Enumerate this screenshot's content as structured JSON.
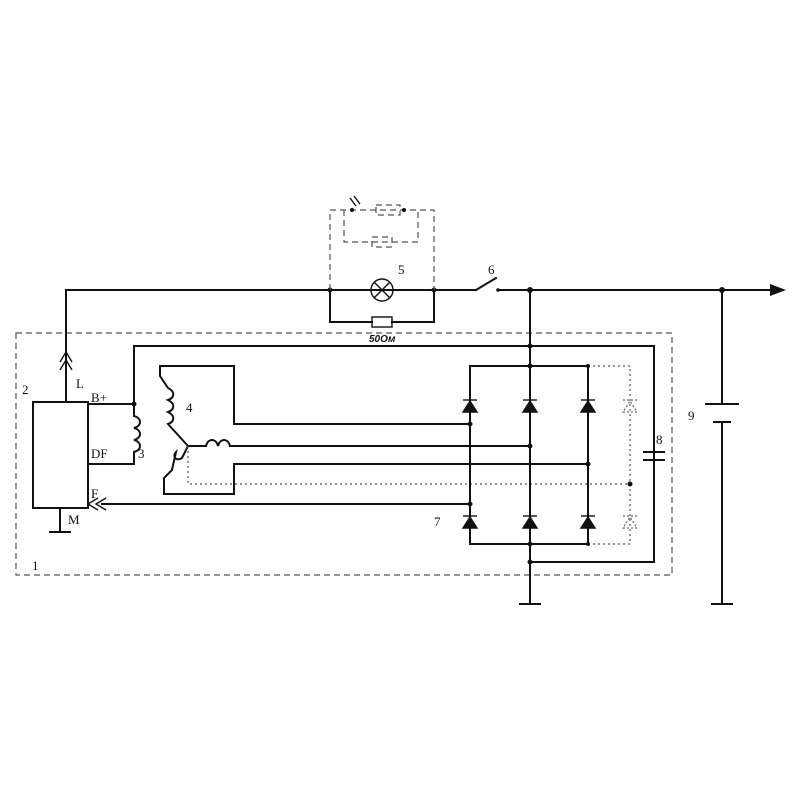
{
  "labels": {
    "n1": "1",
    "n2": "2",
    "n3": "3",
    "n4": "4",
    "n5": "5",
    "n6": "6",
    "n7": "7",
    "n8": "8",
    "n9": "9",
    "L": "L",
    "Bplus": "B+",
    "DF": "DF",
    "F": "F",
    "M": "M",
    "resistor": "50Ом"
  },
  "colors": {
    "wire": "#111111",
    "dashed_boundary": "#555555"
  }
}
